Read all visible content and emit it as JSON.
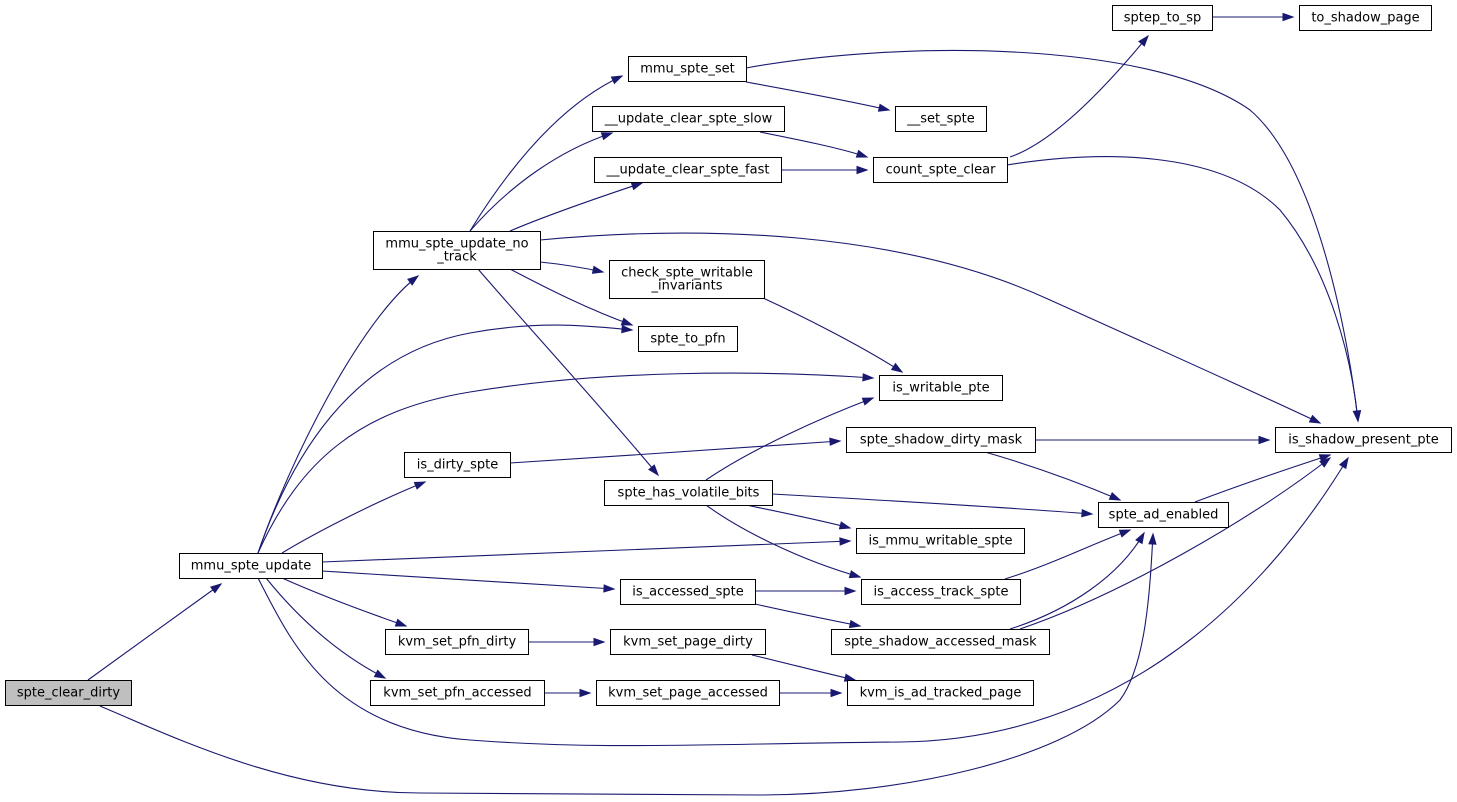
{
  "graph": {
    "edge_color": "#191970",
    "root_fill": "#bfbfbf",
    "nodes": [
      {
        "id": "spte_clear_dirty",
        "lines": [
          "spte_clear_dirty"
        ],
        "root": true
      },
      {
        "id": "mmu_spte_update",
        "lines": [
          "mmu_spte_update"
        ]
      },
      {
        "id": "mmu_spte_update_no_track",
        "lines": [
          "mmu_spte_update_no",
          "_track"
        ]
      },
      {
        "id": "mmu_spte_set",
        "lines": [
          "mmu_spte_set"
        ]
      },
      {
        "id": "__update_clear_spte_slow",
        "lines": [
          "__update_clear_spte_slow"
        ]
      },
      {
        "id": "__update_clear_spte_fast",
        "lines": [
          "__update_clear_spte_fast"
        ]
      },
      {
        "id": "check_spte_writable_invariants",
        "lines": [
          "check_spte_writable",
          "_invariants"
        ]
      },
      {
        "id": "spte_to_pfn",
        "lines": [
          "spte_to_pfn"
        ]
      },
      {
        "id": "is_dirty_spte",
        "lines": [
          "is_dirty_spte"
        ]
      },
      {
        "id": "spte_has_volatile_bits",
        "lines": [
          "spte_has_volatile_bits"
        ]
      },
      {
        "id": "is_accessed_spte",
        "lines": [
          "is_accessed_spte"
        ]
      },
      {
        "id": "kvm_set_pfn_dirty",
        "lines": [
          "kvm_set_pfn_dirty"
        ]
      },
      {
        "id": "kvm_set_pfn_accessed",
        "lines": [
          "kvm_set_pfn_accessed"
        ]
      },
      {
        "id": "kvm_set_page_dirty",
        "lines": [
          "kvm_set_page_dirty"
        ]
      },
      {
        "id": "kvm_set_page_accessed",
        "lines": [
          "kvm_set_page_accessed"
        ]
      },
      {
        "id": "sptep_to_sp",
        "lines": [
          "sptep_to_sp"
        ]
      },
      {
        "id": "to_shadow_page",
        "lines": [
          "to_shadow_page"
        ]
      },
      {
        "id": "__set_spte",
        "lines": [
          "__set_spte"
        ]
      },
      {
        "id": "count_spte_clear",
        "lines": [
          "count_spte_clear"
        ]
      },
      {
        "id": "is_writable_pte",
        "lines": [
          "is_writable_pte"
        ]
      },
      {
        "id": "spte_shadow_dirty_mask",
        "lines": [
          "spte_shadow_dirty_mask"
        ]
      },
      {
        "id": "is_mmu_writable_spte",
        "lines": [
          "is_mmu_writable_spte"
        ]
      },
      {
        "id": "is_access_track_spte",
        "lines": [
          "is_access_track_spte"
        ]
      },
      {
        "id": "spte_shadow_accessed_mask",
        "lines": [
          "spte_shadow_accessed_mask"
        ]
      },
      {
        "id": "kvm_is_ad_tracked_page",
        "lines": [
          "kvm_is_ad_tracked_page"
        ]
      },
      {
        "id": "spte_ad_enabled",
        "lines": [
          "spte_ad_enabled"
        ]
      },
      {
        "id": "is_shadow_present_pte",
        "lines": [
          "is_shadow_present_pte"
        ]
      }
    ],
    "edges": [
      {
        "from": "spte_clear_dirty",
        "to": "mmu_spte_update"
      },
      {
        "from": "spte_clear_dirty",
        "to": "spte_ad_enabled"
      },
      {
        "from": "mmu_spte_update",
        "to": "mmu_spte_update_no_track"
      },
      {
        "from": "mmu_spte_update",
        "to": "spte_to_pfn"
      },
      {
        "from": "mmu_spte_update",
        "to": "is_writable_pte"
      },
      {
        "from": "mmu_spte_update",
        "to": "is_dirty_spte"
      },
      {
        "from": "mmu_spte_update",
        "to": "is_mmu_writable_spte"
      },
      {
        "from": "mmu_spte_update",
        "to": "is_accessed_spte"
      },
      {
        "from": "mmu_spte_update",
        "to": "kvm_set_pfn_dirty"
      },
      {
        "from": "mmu_spte_update",
        "to": "kvm_set_pfn_accessed"
      },
      {
        "from": "mmu_spte_update",
        "to": "is_shadow_present_pte"
      },
      {
        "from": "mmu_spte_update_no_track",
        "to": "mmu_spte_set"
      },
      {
        "from": "mmu_spte_update_no_track",
        "to": "__update_clear_spte_slow"
      },
      {
        "from": "mmu_spte_update_no_track",
        "to": "__update_clear_spte_fast"
      },
      {
        "from": "mmu_spte_update_no_track",
        "to": "check_spte_writable_invariants"
      },
      {
        "from": "mmu_spte_update_no_track",
        "to": "spte_to_pfn"
      },
      {
        "from": "mmu_spte_update_no_track",
        "to": "spte_has_volatile_bits"
      },
      {
        "from": "mmu_spte_update_no_track",
        "to": "is_shadow_present_pte"
      },
      {
        "from": "mmu_spte_set",
        "to": "__set_spte"
      },
      {
        "from": "mmu_spte_set",
        "to": "is_shadow_present_pte"
      },
      {
        "from": "__update_clear_spte_slow",
        "to": "count_spte_clear"
      },
      {
        "from": "__update_clear_spte_fast",
        "to": "count_spte_clear"
      },
      {
        "from": "count_spte_clear",
        "to": "sptep_to_sp"
      },
      {
        "from": "count_spte_clear",
        "to": "is_shadow_present_pte"
      },
      {
        "from": "sptep_to_sp",
        "to": "to_shadow_page"
      },
      {
        "from": "check_spte_writable_invariants",
        "to": "is_writable_pte"
      },
      {
        "from": "is_dirty_spte",
        "to": "spte_shadow_dirty_mask"
      },
      {
        "from": "spte_shadow_dirty_mask",
        "to": "is_shadow_present_pte"
      },
      {
        "from": "spte_shadow_dirty_mask",
        "to": "spte_ad_enabled"
      },
      {
        "from": "spte_has_volatile_bits",
        "to": "is_writable_pte"
      },
      {
        "from": "spte_has_volatile_bits",
        "to": "spte_ad_enabled"
      },
      {
        "from": "spte_has_volatile_bits",
        "to": "is_mmu_writable_spte"
      },
      {
        "from": "spte_has_volatile_bits",
        "to": "is_access_track_spte"
      },
      {
        "from": "is_accessed_spte",
        "to": "is_access_track_spte"
      },
      {
        "from": "is_accessed_spte",
        "to": "spte_shadow_accessed_mask"
      },
      {
        "from": "is_access_track_spte",
        "to": "spte_ad_enabled"
      },
      {
        "from": "spte_shadow_accessed_mask",
        "to": "spte_ad_enabled"
      },
      {
        "from": "spte_shadow_accessed_mask",
        "to": "is_shadow_present_pte"
      },
      {
        "from": "spte_ad_enabled",
        "to": "is_shadow_present_pte"
      },
      {
        "from": "kvm_set_pfn_dirty",
        "to": "kvm_set_page_dirty"
      },
      {
        "from": "kvm_set_pfn_accessed",
        "to": "kvm_set_page_accessed"
      },
      {
        "from": "kvm_set_page_dirty",
        "to": "kvm_is_ad_tracked_page"
      },
      {
        "from": "kvm_set_page_accessed",
        "to": "kvm_is_ad_tracked_page"
      }
    ]
  }
}
